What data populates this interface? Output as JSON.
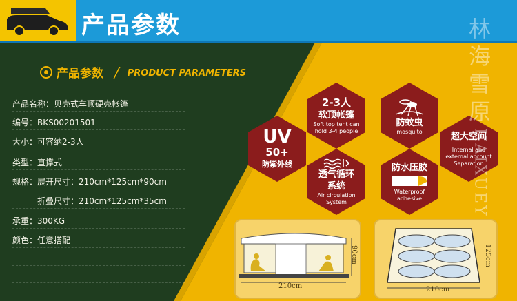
{
  "header": {
    "title": "产品参数"
  },
  "section": {
    "title_cn": "产品参数",
    "slash": "/",
    "title_en": "PRODUCT PARAMETERS"
  },
  "specs": [
    {
      "label": "产品名称：",
      "value": "贝壳式车顶硬壳帐篷"
    },
    {
      "label": "编号：",
      "value": "BKS00201501"
    },
    {
      "label": "大小：",
      "value": "可容纳2-3人"
    },
    {
      "label": "类型：",
      "value": "直撑式"
    },
    {
      "label": "规格：",
      "value": "展开尺寸：210cm*125cm*90cm"
    },
    {
      "label": "",
      "value": "折叠尺寸：210cm*125cm*35cm"
    },
    {
      "label": "承重：",
      "value": "300KG"
    },
    {
      "label": "颜色：",
      "value": "任意搭配"
    }
  ],
  "features": {
    "uv": {
      "title": "UV",
      "value": "50+",
      "caption": "防紫外线"
    },
    "softtop": {
      "title": "2-3人",
      "subtitle": "软顶帐篷",
      "desc": "Soft top tent can hold 3-4 people"
    },
    "mosquito": {
      "title": "防蚊虫",
      "desc": "mosquito"
    },
    "space": {
      "title": "超大空间",
      "desc": "Internal and external account Separation"
    },
    "air": {
      "title": "透气循环",
      "subtitle": "系统",
      "desc": "Air circulation System"
    },
    "waterproof": {
      "title": "防水压胶",
      "desc": "Waterproof adhesive"
    }
  },
  "diagrams": {
    "side": {
      "width": "210cm",
      "height": "90cm"
    },
    "top": {
      "width": "210cm",
      "depth": "125cm"
    }
  },
  "watermark": {
    "cn": [
      "林",
      "海",
      "雪",
      "原"
    ],
    "en": "HAIXUEY"
  },
  "colors": {
    "blue": "#1c9ad8",
    "green": "#1f3d1f",
    "yellow": "#f0b400",
    "red": "#8b1c1c"
  }
}
